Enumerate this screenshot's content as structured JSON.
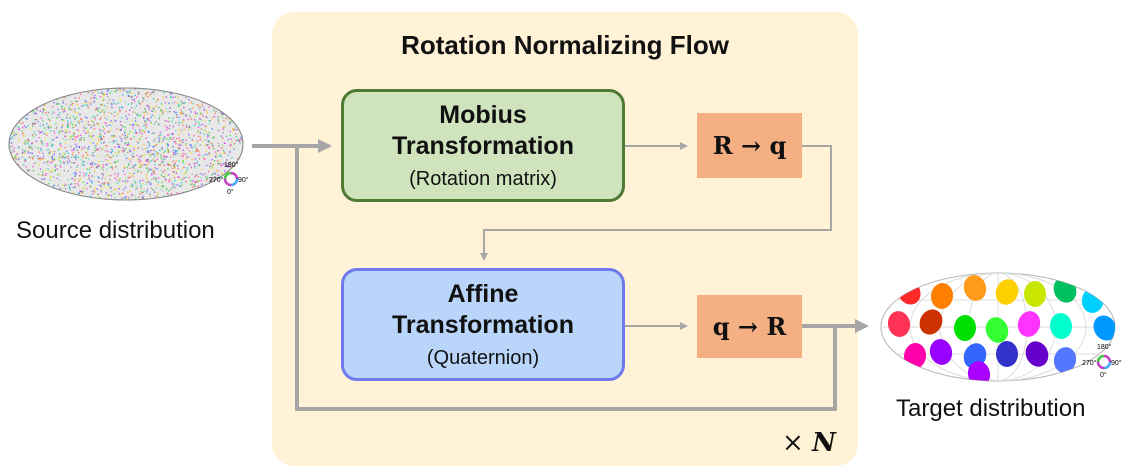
{
  "panel": {
    "title": "Rotation Normalizing Flow",
    "repeat": "× N"
  },
  "mobius": {
    "title_line1": "Mobius",
    "title_line2": "Transformation",
    "subtitle": "(Rotation matrix)"
  },
  "affine": {
    "title_line1": "Affine",
    "title_line2": "Transformation",
    "subtitle": "(Quaternion)"
  },
  "conversions": {
    "r_to_q": "R → q",
    "q_to_r": "q → R"
  },
  "source": {
    "label": "Source distribution",
    "compass": {
      "top": "180°",
      "left": "270°",
      "right": "90°",
      "bottom": "0°"
    }
  },
  "target": {
    "label": "Target distribution",
    "compass": {
      "top": "180°",
      "left": "270°",
      "right": "90°",
      "bottom": "0°"
    }
  },
  "colors": {
    "panel": "#fff2d6",
    "mobius_fill": "#cfe3bd",
    "mobius_border": "#4f7a33",
    "affine_fill": "#b9d6fa",
    "affine_border": "#6f79ee",
    "conversion_fill": "#f4af83",
    "arrow": "#a6a6a6"
  }
}
